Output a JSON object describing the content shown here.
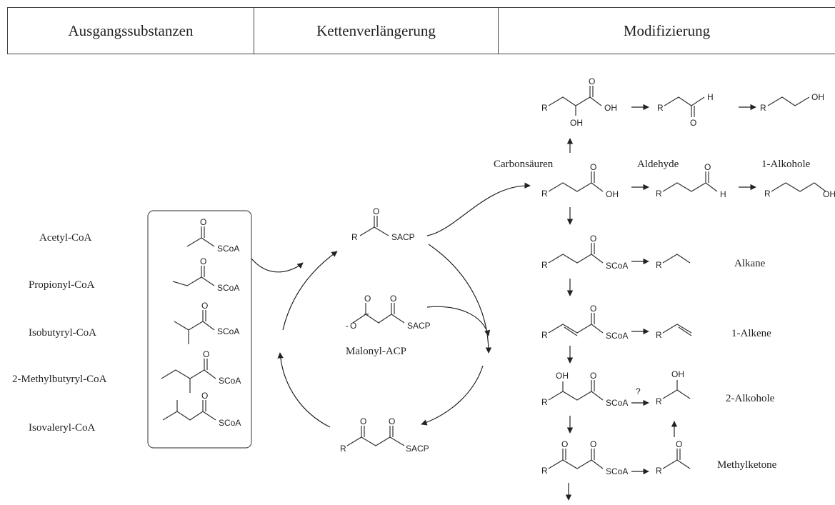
{
  "header": {
    "columns": [
      "Ausgangssubstanzen",
      "Kettenverlängerung",
      "Modifizierung"
    ]
  },
  "starters": [
    "Acetyl-CoA",
    "Propionyl-CoA",
    "Isobutyryl-CoA",
    "2-Methylbutyryl-CoA",
    "Isovaleryl-CoA"
  ],
  "cycle": {
    "center_label": "Malonyl-ACP",
    "malonyl_charge": "-",
    "malonyl_oxygen": "O"
  },
  "products": {
    "carbonsaeuren": "Carbonsäuren",
    "aldehyde": "Aldehyde",
    "alkohole1": "1-Alkohole",
    "alkane": "Alkane",
    "alkene": "1-Alkene",
    "alkohole2": "2-Alkohole",
    "methylketone": "Methylketone"
  },
  "chem": {
    "O": "O",
    "H": "H",
    "OH": "OH",
    "R": "R",
    "SCoA": "SCoA",
    "SACP": "SACP",
    "question": "?"
  }
}
